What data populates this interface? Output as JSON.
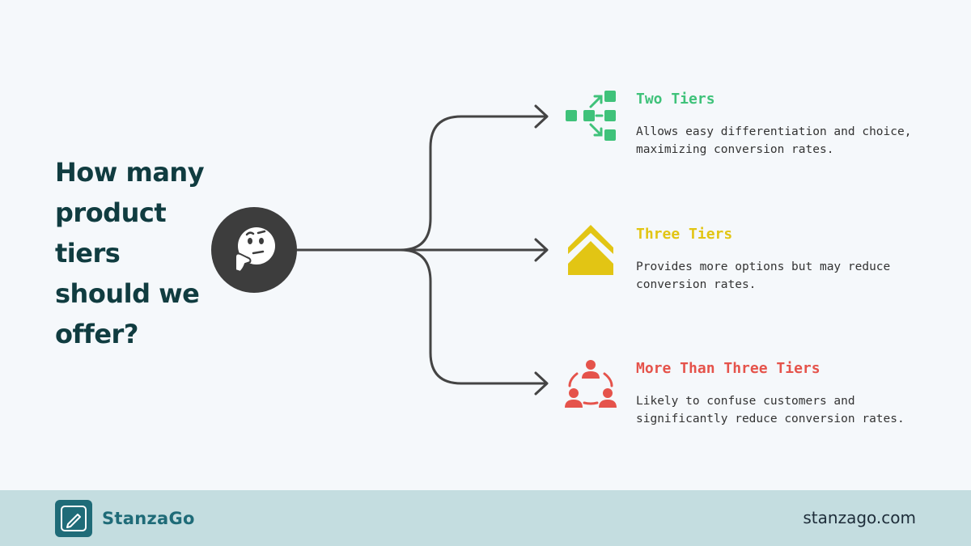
{
  "question": {
    "lines": [
      "How many",
      "product",
      "tiers",
      "should we",
      "offer?"
    ]
  },
  "center_icon": "thinking-face-icon",
  "options": [
    {
      "title": "Two Tiers",
      "desc_lines": [
        "Allows easy differentiation and choice,",
        "maximizing conversion rates."
      ],
      "icon": "split-flow-icon",
      "color": "#3fc27a"
    },
    {
      "title": "Three Tiers",
      "desc_lines": [
        "Provides more options but may reduce",
        "conversion rates."
      ],
      "icon": "double-chevron-up-icon",
      "color": "#e2c514"
    },
    {
      "title": "More Than Three Tiers",
      "desc_lines": [
        "Likely to confuse customers and",
        "significantly reduce conversion rates."
      ],
      "icon": "group-cycle-icon",
      "color": "#e5534b"
    }
  ],
  "footer": {
    "brand": "StanzaGo",
    "site": "stanzago.com",
    "logo_icon": "pencil-icon"
  },
  "colors": {
    "background": "#f5f8fb",
    "question_text": "#103c40",
    "footer_band": "#c4dde0",
    "brand": "#1f6b78",
    "connector": "#444444"
  }
}
